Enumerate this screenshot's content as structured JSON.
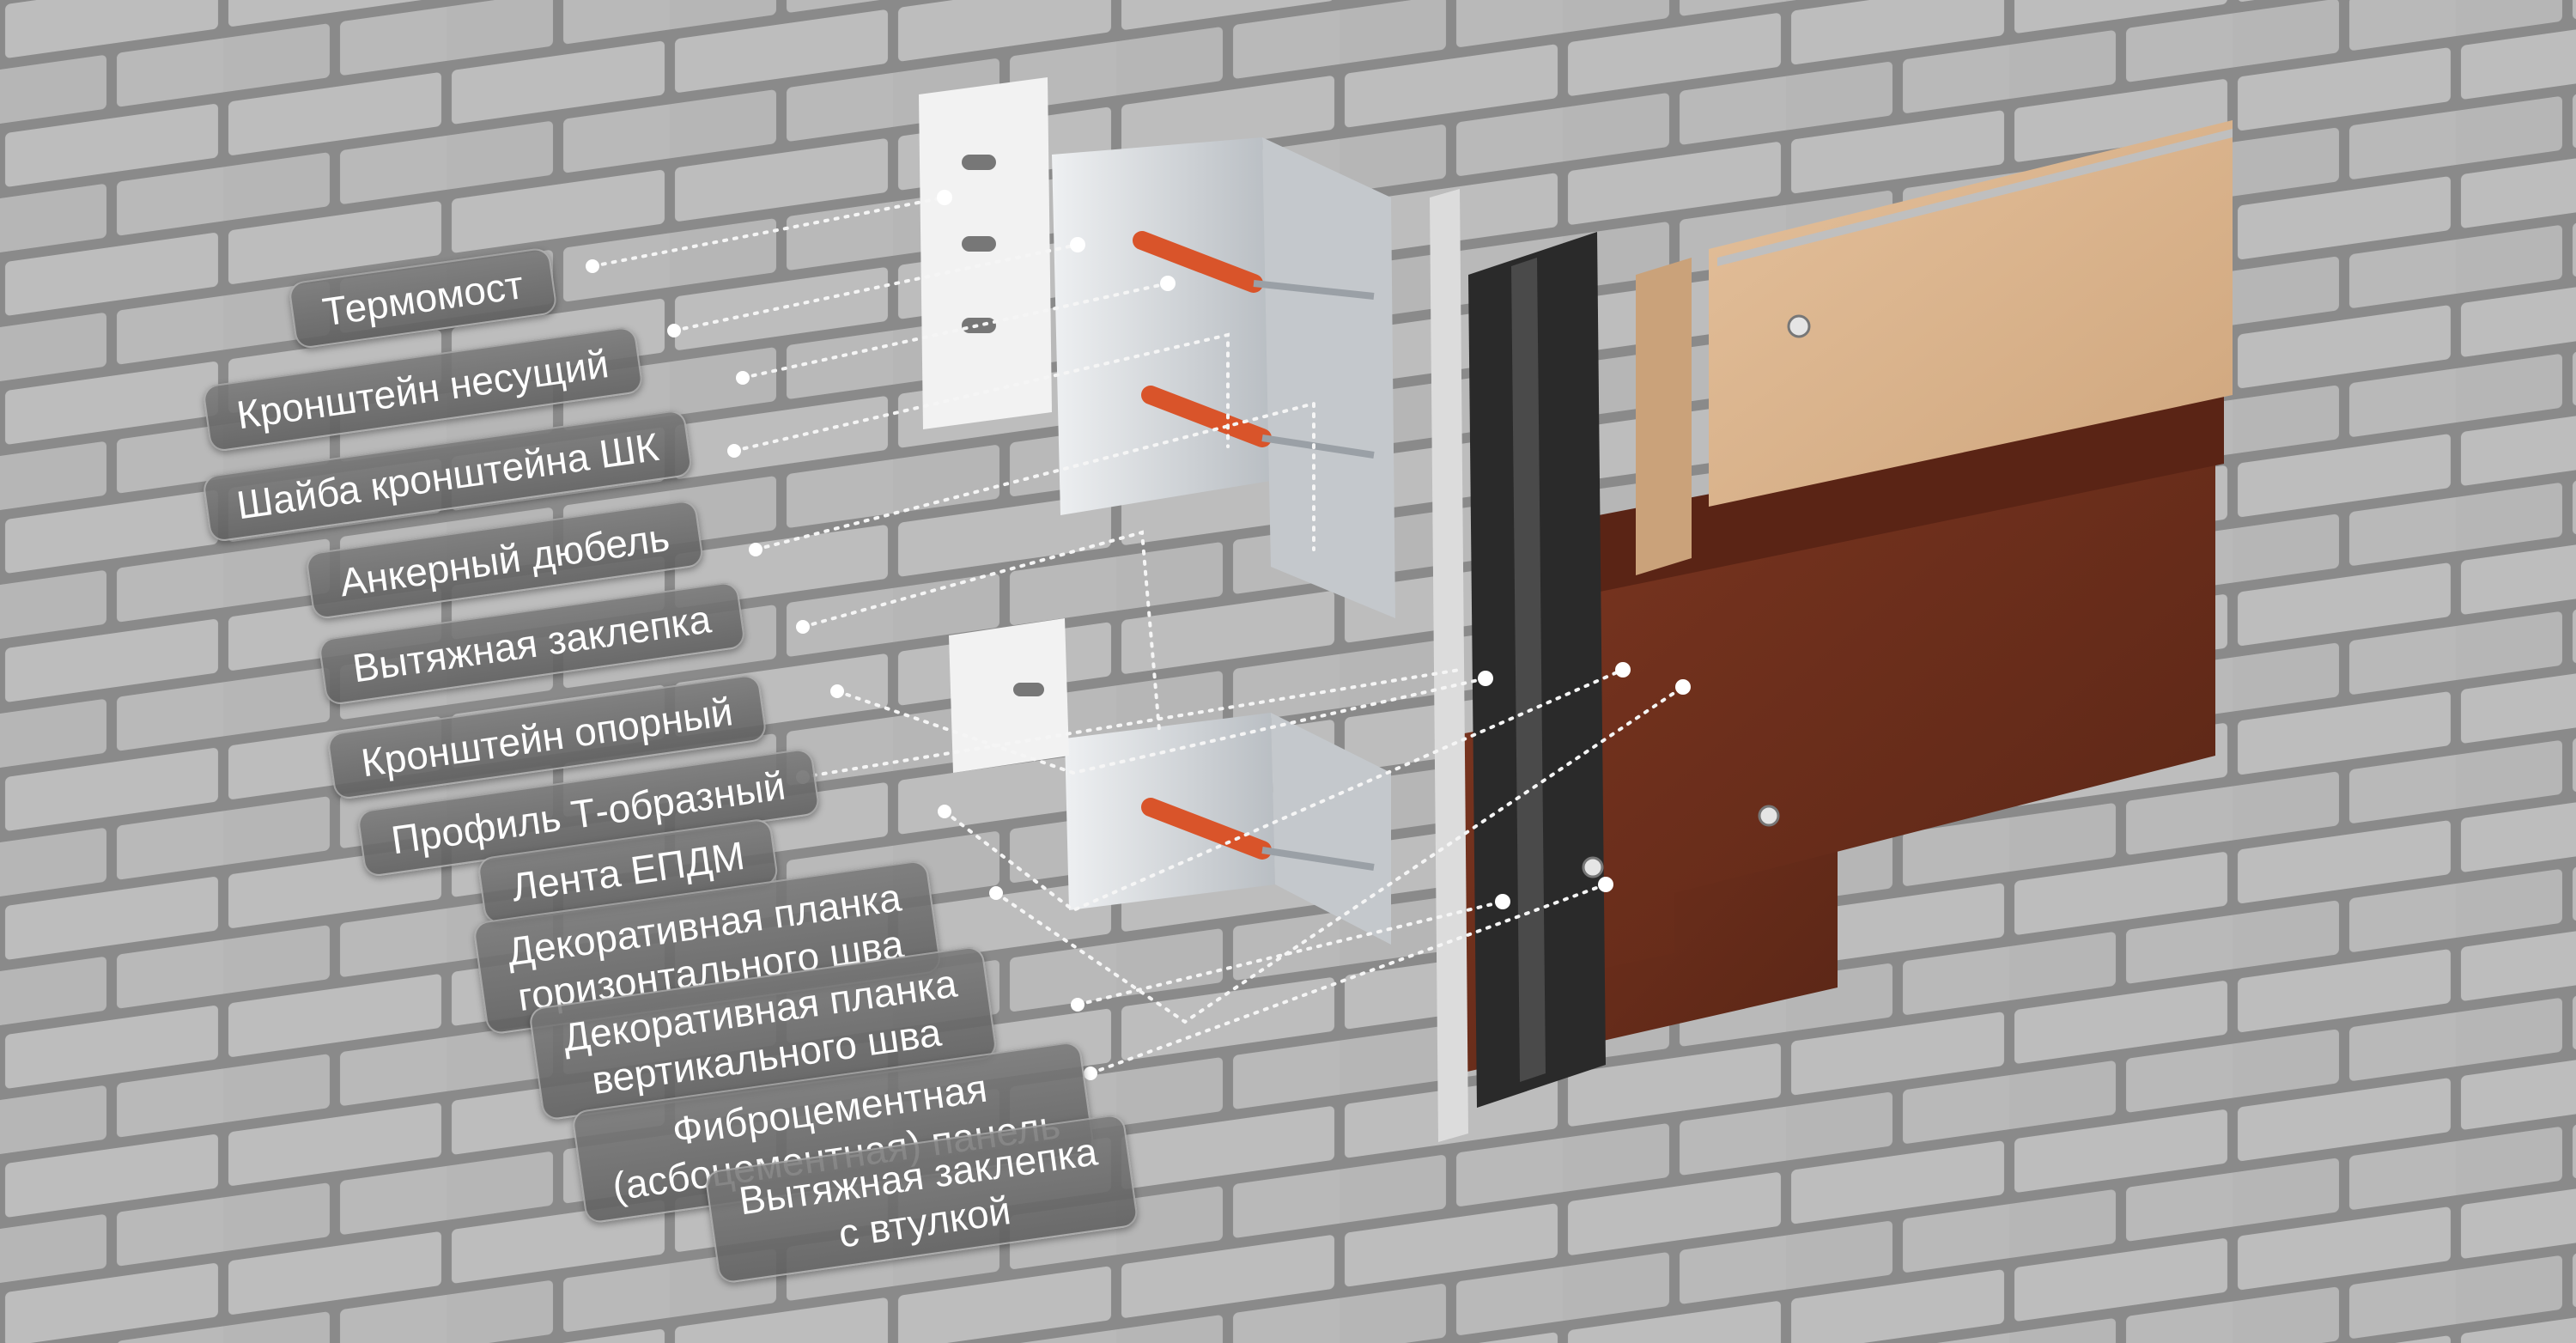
{
  "diagram": {
    "colors": {
      "wall": "#a9a9a9",
      "brick": "#bdbdbd",
      "mortar": "#8a8a8a",
      "panel_brown": "#6b2e1c",
      "panel_beige": "#d9b48c",
      "profile_black": "#2a2a2a",
      "metal": "#d5d8db",
      "dowel_orange": "#d9542a"
    },
    "labels": [
      {
        "id": "thermobridge",
        "lines": [
          "Термомост"
        ]
      },
      {
        "id": "bracket-bearing",
        "lines": [
          "Кронштейн несущий"
        ]
      },
      {
        "id": "washer-bracket",
        "lines": [
          "Шайба кронштейна ШК"
        ]
      },
      {
        "id": "anchor-dowel",
        "lines": [
          "Анкерный дюбель"
        ]
      },
      {
        "id": "pull-rivet",
        "lines": [
          "Вытяжная заклепка"
        ]
      },
      {
        "id": "bracket-support",
        "lines": [
          "Кронштейн опорный"
        ]
      },
      {
        "id": "t-profile",
        "lines": [
          "Профиль Т-образный"
        ]
      },
      {
        "id": "epdm-tape",
        "lines": [
          "Лента ЕПДМ"
        ]
      },
      {
        "id": "deco-strip-horizontal",
        "lines": [
          "Декоративная планка",
          "горизонтального шва"
        ]
      },
      {
        "id": "deco-strip-vertical",
        "lines": [
          "Декоративная планка",
          "вертикального шва"
        ]
      },
      {
        "id": "fiber-cement-panel",
        "lines": [
          "Фиброцементная",
          "(асбоцементная) панель"
        ]
      },
      {
        "id": "pull-rivet-sleeve",
        "lines": [
          "Вытяжная заклепка",
          "с втулкой"
        ]
      }
    ]
  }
}
